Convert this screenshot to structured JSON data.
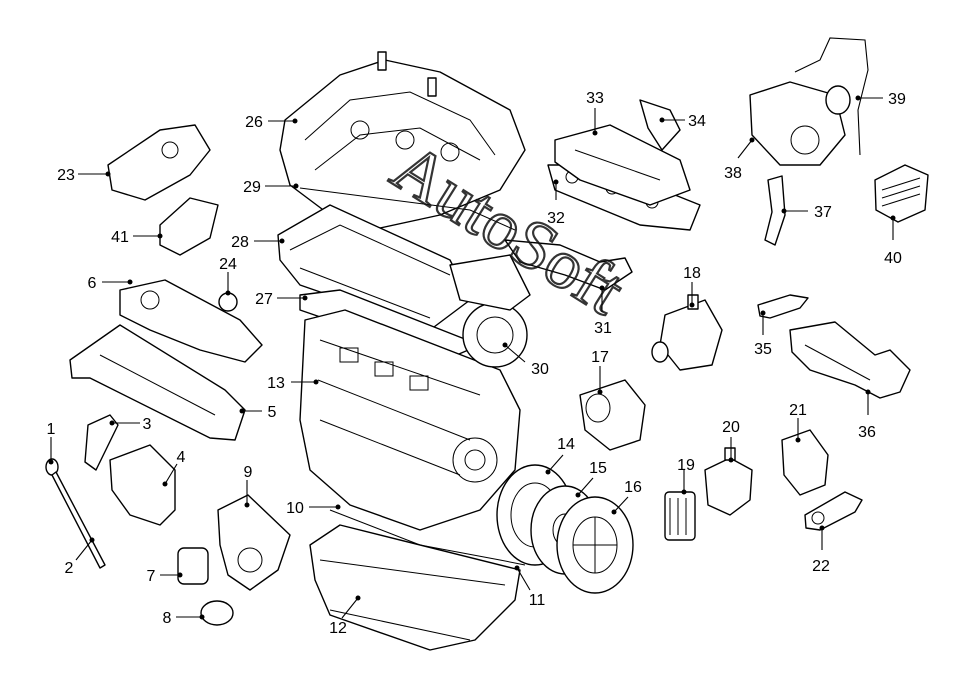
{
  "callouts": [
    {
      "id": "1",
      "label": "1"
    },
    {
      "id": "2",
      "label": "2"
    },
    {
      "id": "3",
      "label": "3"
    },
    {
      "id": "4",
      "label": "4"
    },
    {
      "id": "5",
      "label": "5"
    },
    {
      "id": "6",
      "label": "6"
    },
    {
      "id": "7",
      "label": "7"
    },
    {
      "id": "8",
      "label": "8"
    },
    {
      "id": "9",
      "label": "9"
    },
    {
      "id": "10",
      "label": "10"
    },
    {
      "id": "11",
      "label": "11"
    },
    {
      "id": "12",
      "label": "12"
    },
    {
      "id": "13",
      "label": "13"
    },
    {
      "id": "14",
      "label": "14"
    },
    {
      "id": "15",
      "label": "15"
    },
    {
      "id": "16",
      "label": "16"
    },
    {
      "id": "17",
      "label": "17"
    },
    {
      "id": "18",
      "label": "18"
    },
    {
      "id": "19",
      "label": "19"
    },
    {
      "id": "20",
      "label": "20"
    },
    {
      "id": "21",
      "label": "21"
    },
    {
      "id": "22",
      "label": "22"
    },
    {
      "id": "23",
      "label": "23"
    },
    {
      "id": "24",
      "label": "24"
    },
    {
      "id": "26",
      "label": "26"
    },
    {
      "id": "27",
      "label": "27"
    },
    {
      "id": "28",
      "label": "28"
    },
    {
      "id": "29",
      "label": "29"
    },
    {
      "id": "30",
      "label": "30"
    },
    {
      "id": "31",
      "label": "31"
    },
    {
      "id": "32",
      "label": "32"
    },
    {
      "id": "33",
      "label": "33"
    },
    {
      "id": "34",
      "label": "34"
    },
    {
      "id": "35",
      "label": "35"
    },
    {
      "id": "36",
      "label": "36"
    },
    {
      "id": "37",
      "label": "37"
    },
    {
      "id": "38",
      "label": "38"
    },
    {
      "id": "39",
      "label": "39"
    },
    {
      "id": "40",
      "label": "40"
    },
    {
      "id": "41",
      "label": "41"
    }
  ],
  "watermark": {
    "text": "AutoSoft"
  },
  "colors": {
    "line": "#000000",
    "background": "#ffffff"
  }
}
